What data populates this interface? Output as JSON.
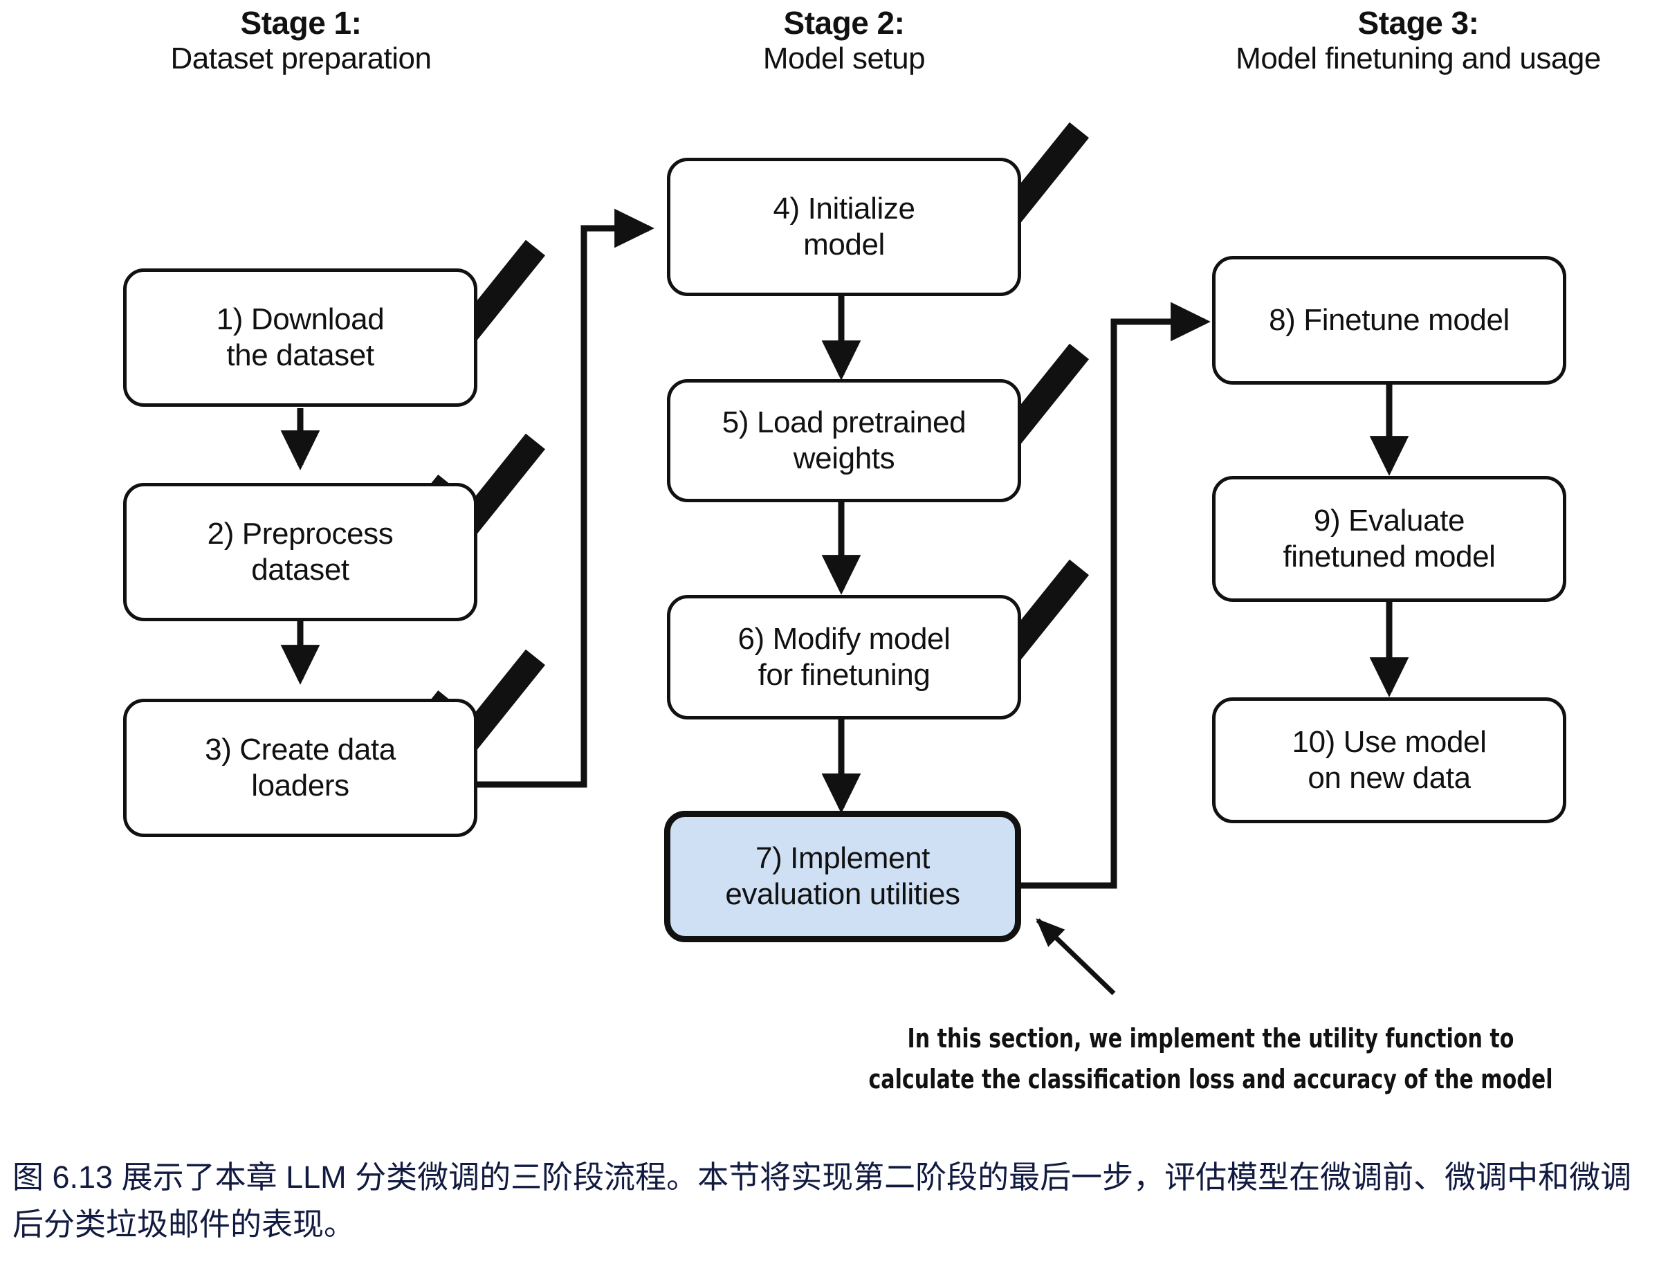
{
  "figure": {
    "stages": [
      {
        "title": "Stage 1:",
        "subtitle": "Dataset preparation"
      },
      {
        "title": "Stage 2:",
        "subtitle": "Model setup"
      },
      {
        "title": "Stage 3:",
        "subtitle": "Model finetuning and usage"
      }
    ],
    "nodes": [
      {
        "id": 1,
        "line1": "1) Download",
        "line2": "the dataset",
        "stage": 1,
        "done": true,
        "highlight": false
      },
      {
        "id": 2,
        "line1": "2) Preprocess",
        "line2": "dataset",
        "stage": 1,
        "done": true,
        "highlight": false
      },
      {
        "id": 3,
        "line1": "3) Create data",
        "line2": "loaders",
        "stage": 1,
        "done": true,
        "highlight": false
      },
      {
        "id": 4,
        "line1": "4) Initialize",
        "line2": "model",
        "stage": 2,
        "done": true,
        "highlight": false
      },
      {
        "id": 5,
        "line1": "5) Load pretrained",
        "line2": "weights",
        "stage": 2,
        "done": true,
        "highlight": false
      },
      {
        "id": 6,
        "line1": "6) Modify model",
        "line2": "for finetuning",
        "stage": 2,
        "done": true,
        "highlight": false
      },
      {
        "id": 7,
        "line1": "7) Implement",
        "line2": "evaluation utilities",
        "stage": 2,
        "done": false,
        "highlight": true
      },
      {
        "id": 8,
        "line1": "8) Finetune model",
        "line2": "",
        "stage": 3,
        "done": false,
        "highlight": false
      },
      {
        "id": 9,
        "line1": "9) Evaluate",
        "line2": "finetuned model",
        "stage": 3,
        "done": false,
        "highlight": false
      },
      {
        "id": 10,
        "line1": "10) Use model",
        "line2": "on new data",
        "stage": 3,
        "done": false,
        "highlight": false
      }
    ],
    "annotation": {
      "line1": "In this section, we implement the utility function to",
      "line2": "calculate the classification loss and accuracy of the model"
    },
    "caption": "图 6.13 展示了本章 LLM 分类微调的三阶段流程。本节将实现第二阶段的最后一步，评估模型在微调前、微调中和微调后分类垃圾邮件的表现。",
    "colors": {
      "highlight_fill": "#cfe0f4",
      "stroke": "#111111",
      "caption_text": "#111a40",
      "background": "#ffffff"
    }
  }
}
